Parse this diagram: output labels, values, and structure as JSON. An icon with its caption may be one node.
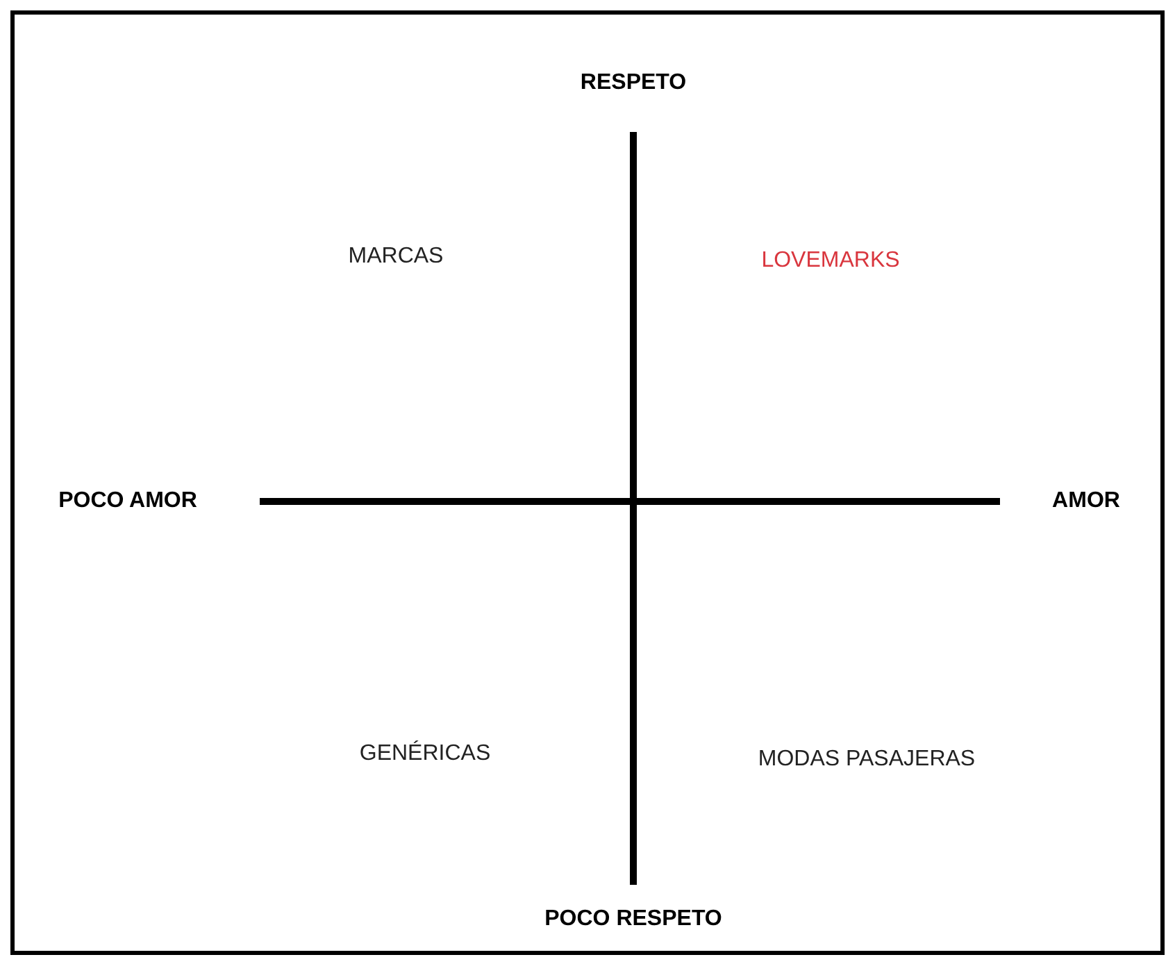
{
  "diagram": {
    "labels": [
      "RESPETO",
      "MARCAS",
      "LOVEMARKS",
      "POCO AMOR",
      "AMOR",
      "GENÉRICAS",
      "MODAS PASAJERAS",
      "POCO RESPETO"
    ]
  }
}
